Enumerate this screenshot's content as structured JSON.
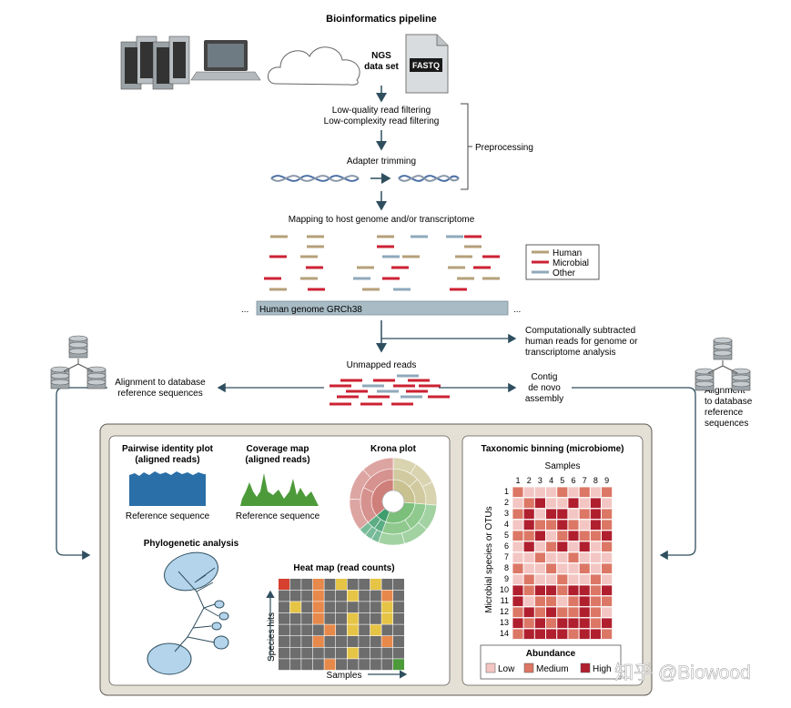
{
  "title": "Bioinformatics pipeline",
  "ngs": {
    "line1": "NGS",
    "line2": "data set",
    "file_label": "FASTQ"
  },
  "preprocessing": {
    "step1": "Low-quality read filtering",
    "step2": "Low-complexity read filtering",
    "step3": "Adapter trimming",
    "bracket_label": "Preprocessing"
  },
  "mapping": {
    "label": "Mapping to host genome and/or transcriptome",
    "genome_bar": "Human genome GRCh38",
    "ellipsis": "..."
  },
  "legend": [
    {
      "label": "Human",
      "color": "#b5a07a"
    },
    {
      "label": "Microbial",
      "color": "#cc2233"
    },
    {
      "label": "Other",
      "color": "#8fa9bb"
    }
  ],
  "subtracted": {
    "line1": "Computationally subtracted",
    "line2": "human reads for genome or",
    "line3": "transcriptome analysis"
  },
  "unmapped": "Unmapped reads",
  "alignment_left": {
    "line1": "Alignment to database",
    "line2": "reference sequences"
  },
  "contig": {
    "line1": "Contig",
    "line2": "de novo",
    "line3": "assembly"
  },
  "alignment_right": {
    "line1": "Alignment",
    "line2": "to database",
    "line3": "reference",
    "line4": "sequences"
  },
  "panels": {
    "pairwise": {
      "title1": "Pairwise identity plot",
      "title2": "(aligned reads)",
      "caption": "Reference sequence"
    },
    "coverage": {
      "title1": "Coverage map",
      "title2": "(aligned reads)",
      "caption": "Reference sequence"
    },
    "krona": {
      "title": "Krona plot"
    },
    "phylo": {
      "title": "Phylogenetic analysis"
    },
    "heatmap": {
      "title": "Heat map (read counts)",
      "xlabel": "Samples",
      "ylabel": "Species hits"
    },
    "taxonomic": {
      "title": "Taxonomic binning (microbiome)",
      "samples_label": "Samples",
      "ylabel": "Microbial species or OTUs",
      "columns": [
        "1",
        "2",
        "3",
        "4",
        "5",
        "6",
        "7",
        "8",
        "9"
      ],
      "rows": [
        "1",
        "2",
        "3",
        "4",
        "5",
        "6",
        "7",
        "8",
        "9",
        "10",
        "11",
        "12",
        "13",
        "14"
      ],
      "abundance_title": "Abundance",
      "abundance": [
        {
          "label": "Low",
          "color": "#f3c6c3"
        },
        {
          "label": "Medium",
          "color": "#dc7766"
        },
        {
          "label": "High",
          "color": "#b01f2e"
        }
      ],
      "grid": [
        [
          2,
          1,
          1,
          1,
          2,
          1,
          2,
          1,
          2
        ],
        [
          1,
          2,
          3,
          1,
          1,
          3,
          1,
          3,
          1
        ],
        [
          2,
          3,
          1,
          3,
          3,
          1,
          2,
          3,
          2
        ],
        [
          1,
          3,
          2,
          2,
          3,
          2,
          1,
          3,
          2
        ],
        [
          2,
          2,
          3,
          1,
          2,
          3,
          2,
          2,
          3
        ],
        [
          1,
          3,
          1,
          2,
          3,
          1,
          3,
          1,
          2
        ],
        [
          1,
          1,
          2,
          1,
          1,
          2,
          1,
          1,
          1
        ],
        [
          2,
          1,
          1,
          2,
          1,
          1,
          2,
          1,
          2
        ],
        [
          1,
          2,
          1,
          1,
          2,
          1,
          1,
          2,
          1
        ],
        [
          3,
          2,
          3,
          3,
          2,
          3,
          3,
          2,
          3
        ],
        [
          3,
          1,
          2,
          2,
          1,
          2,
          3,
          2,
          2
        ],
        [
          2,
          3,
          2,
          3,
          2,
          2,
          3,
          2,
          1
        ],
        [
          3,
          2,
          3,
          2,
          3,
          3,
          3,
          2,
          3
        ],
        [
          2,
          3,
          3,
          3,
          3,
          2,
          3,
          3,
          2
        ]
      ]
    }
  },
  "watermark": "知乎 @Biowood"
}
